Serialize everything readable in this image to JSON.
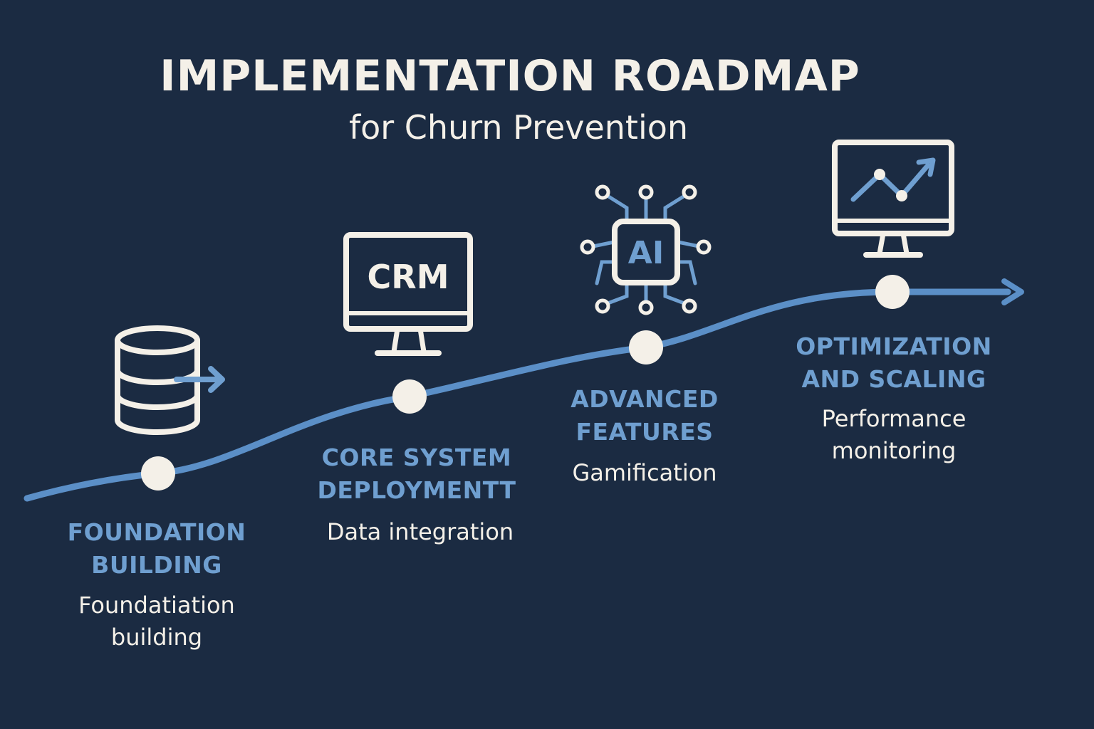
{
  "header": {
    "title": "IMPLEMENTATION ROADMAP",
    "subtitle": "for Churn Prevention"
  },
  "stages": [
    {
      "title": "FOUNDATION\nBUILDING",
      "description": "Foundatiation\nbuilding",
      "icon": "database-export-icon"
    },
    {
      "title": "CORE SYSTEM\nDEPLOYMENTT",
      "description": "Data integration",
      "icon": "crm-monitor-icon",
      "icon_text": "CRM"
    },
    {
      "title": "ADVANCED\nFEATURES",
      "description": "Gamification",
      "icon": "ai-chip-icon",
      "icon_text": "AI"
    },
    {
      "title": "OPTIMIZATION\nAND SCALING",
      "description": "Performance\nmonitoring",
      "icon": "chart-monitor-icon"
    }
  ],
  "colors": {
    "background": "#1b2b42",
    "accent": "#6f9fd0",
    "line": "#5b8fc7",
    "text": "#f4f0e8"
  }
}
